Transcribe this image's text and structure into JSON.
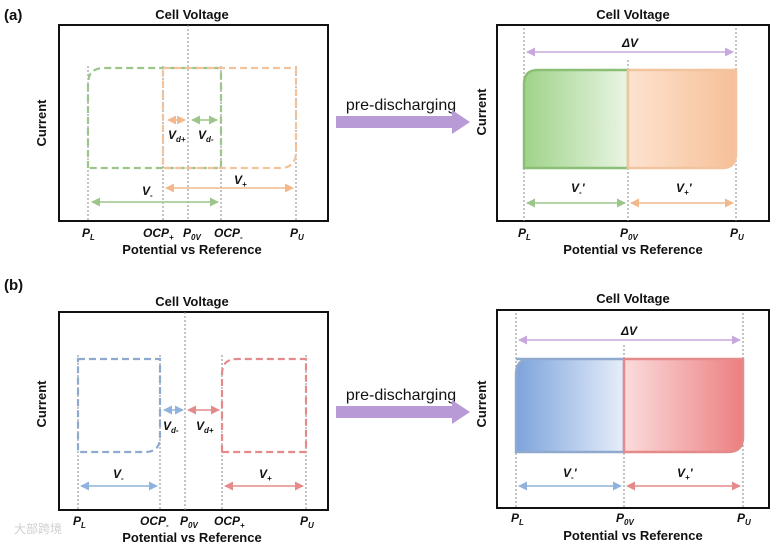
{
  "panel_a": {
    "tag": "(a)",
    "left": {
      "title": "Cell Voltage",
      "ylabel": "Current",
      "xlabel": "Potential vs Reference",
      "v_dplus": "V",
      "v_dplus_sub": "d+",
      "v_dminus": "V",
      "v_dminus_sub": "d-",
      "v_minus": "V",
      "v_minus_sub": "-",
      "v_plus": "V",
      "v_plus_sub": "+",
      "ticks": {
        "pl": "P",
        "pl_sub": "L",
        "ocp_plus": "OCP",
        "ocp_plus_sub": "+",
        "p0v": "P",
        "p0v_sub": "0V",
        "ocp_minus": "OCP",
        "ocp_minus_sub": "-",
        "pu": "P",
        "pu_sub": "U"
      }
    },
    "arrow_label": "pre-discharging",
    "right": {
      "title": "Cell Voltage",
      "ylabel": "Current",
      "xlabel": "Potential vs Reference",
      "delta_v": "ΔV",
      "v_minus_p": "V",
      "v_minus_p_sub": "-",
      "v_minus_p_prime": "'",
      "v_plus_p": "V",
      "v_plus_p_sub": "+",
      "v_plus_p_prime": "'",
      "ticks": {
        "pl": "P",
        "pl_sub": "L",
        "p0v": "P",
        "p0v_sub": "0V",
        "pu": "P",
        "pu_sub": "U"
      }
    }
  },
  "panel_b": {
    "tag": "(b)",
    "left": {
      "title": "Cell Voltage",
      "ylabel": "Current",
      "xlabel": "Potential vs Reference",
      "v_dminus": "V",
      "v_dminus_sub": "d-",
      "v_dplus": "V",
      "v_dplus_sub": "d+",
      "v_minus": "V",
      "v_minus_sub": "-",
      "v_plus": "V",
      "v_plus_sub": "+",
      "ticks": {
        "pl": "P",
        "pl_sub": "L",
        "ocp_minus": "OCP",
        "ocp_minus_sub": "-",
        "p0v": "P",
        "p0v_sub": "0V",
        "ocp_plus": "OCP",
        "ocp_plus_sub": "+",
        "pu": "P",
        "pu_sub": "U"
      }
    },
    "arrow_label": "pre-discharging",
    "right": {
      "title": "Cell Voltage",
      "ylabel": "Current",
      "xlabel": "Potential vs Reference",
      "delta_v": "ΔV",
      "v_minus_p": "V",
      "v_minus_p_sub": "-",
      "v_minus_p_prime": "'",
      "v_plus_p": "V",
      "v_plus_p_sub": "+",
      "v_plus_p_prime": "'",
      "ticks": {
        "pl": "P",
        "pl_sub": "L",
        "p0v": "P",
        "p0v_sub": "0V",
        "pu": "P",
        "pu_sub": "U"
      }
    }
  },
  "watermark": "大部跨境",
  "colors": {
    "green": "#9cc58a",
    "orange": "#f2c49e",
    "blue": "#8fa9cf",
    "red": "#e58a8a",
    "purple": "#c6a8dc",
    "arrow": "#b79ad6"
  }
}
